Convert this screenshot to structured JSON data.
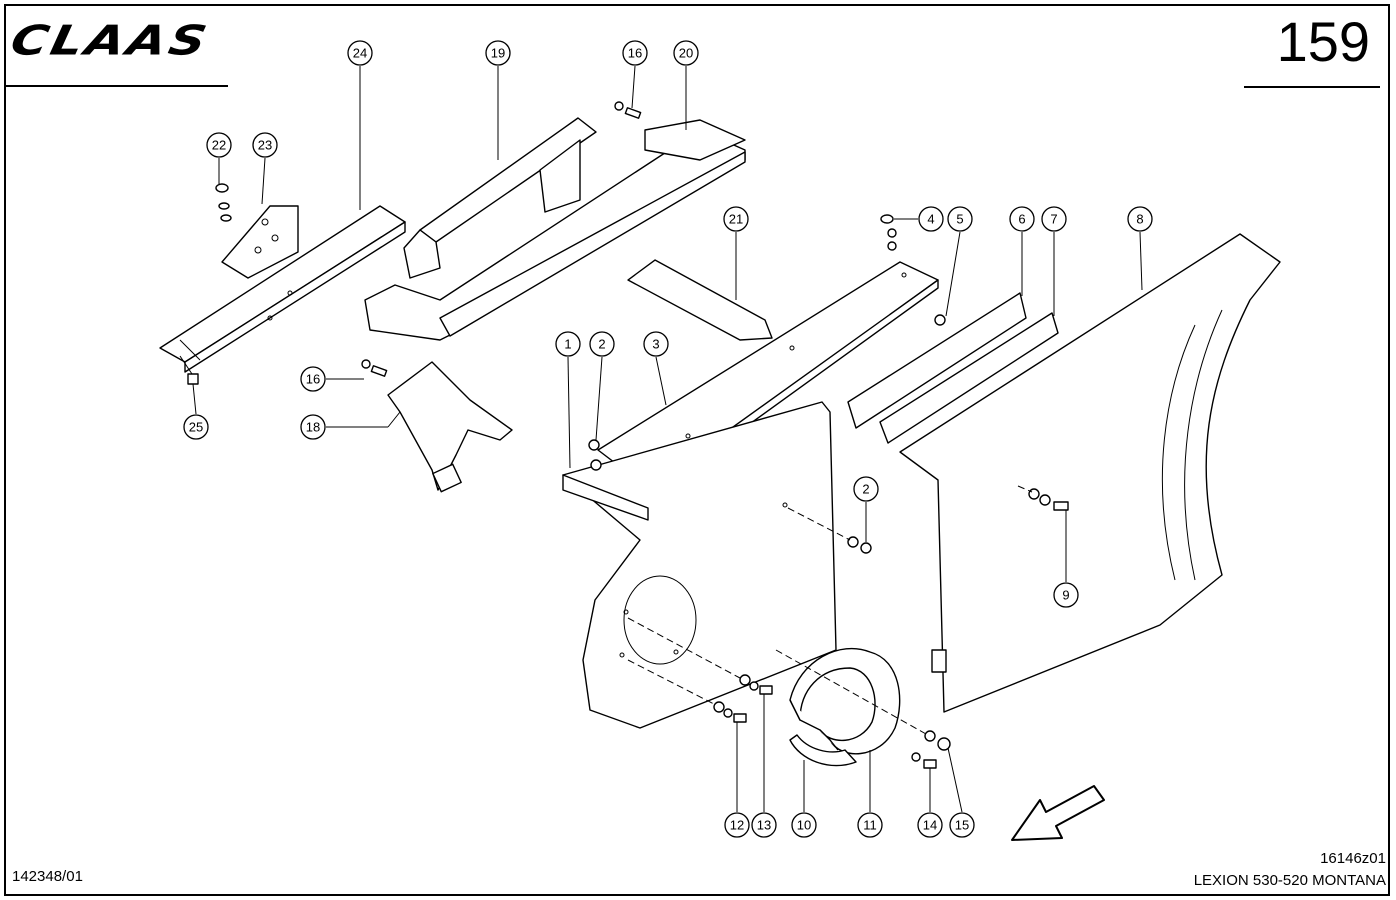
{
  "header": {
    "brand": "CLAAS",
    "page_number": "159"
  },
  "footer": {
    "document_id": "142348/01",
    "drawing_code": "16146z01",
    "model": "LEXION 530-520 MONTANA"
  },
  "callouts": [
    "1",
    "2",
    "3",
    "4",
    "5",
    "6",
    "7",
    "8",
    "9",
    "10",
    "11",
    "12",
    "13",
    "14",
    "15",
    "16",
    "18",
    "19",
    "20",
    "21",
    "22",
    "23",
    "24",
    "25"
  ]
}
